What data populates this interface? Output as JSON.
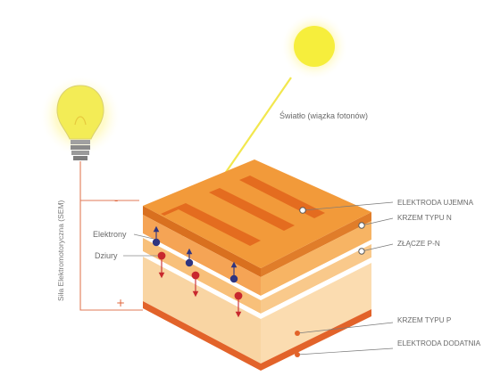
{
  "light_label": "Światło (wiązka fotonów)",
  "emf_label": "Siła Elektromotoryczna (SEM)",
  "minus_sign": "-",
  "plus_sign": "+",
  "electrons_label": "Elektrony",
  "holes_label": "Dziury",
  "layer_labels": {
    "negative_electrode": "ELEKTRODA UJEMNA",
    "n_type": "KRZEM TYPU N",
    "pn_junction": "ZŁĄCZE P-N",
    "p_type": "KRZEM TYPU P",
    "positive_electrode": "ELEKTRODA DODATNIA"
  },
  "colors": {
    "sun": "#f6ee3c",
    "bulb": "#f3ec56",
    "beam": "#f2e74e",
    "wire": "#e27a57",
    "top_layer": "#f29a3a",
    "finger": "#e46c1f",
    "electrode_bottom": "#e2632a",
    "n_layer": "#f7b464",
    "junction": "#f9c98b",
    "p_layer": "#fbdcb0",
    "electron": "#2f3580",
    "hole": "#c8282e"
  }
}
